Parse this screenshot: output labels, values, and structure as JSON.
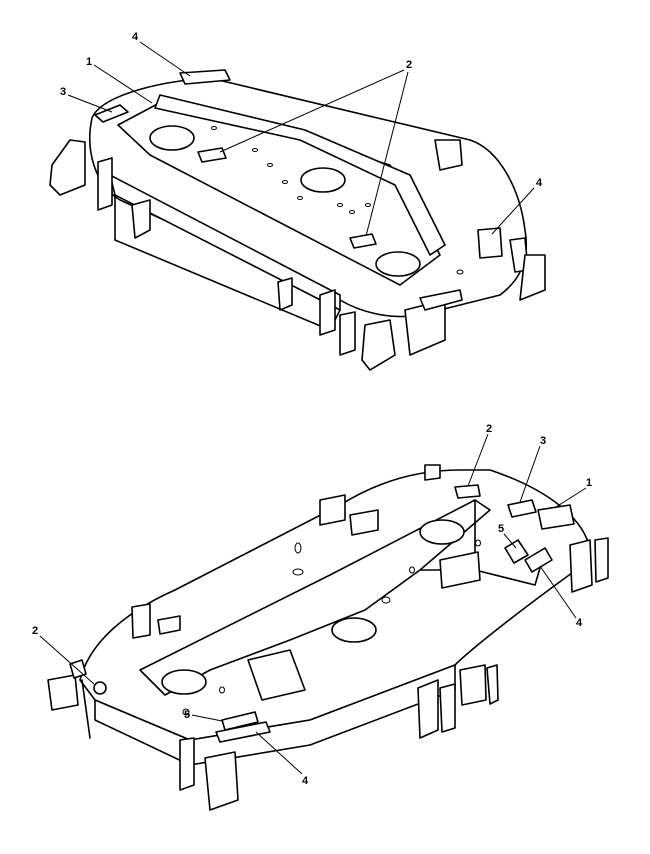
{
  "top_view": {
    "callouts": [
      "1",
      "2",
      "3",
      "4",
      "4"
    ]
  },
  "bottom_view": {
    "callouts": [
      "1",
      "2",
      "2",
      "3",
      "4",
      "4",
      "5",
      "5"
    ]
  }
}
